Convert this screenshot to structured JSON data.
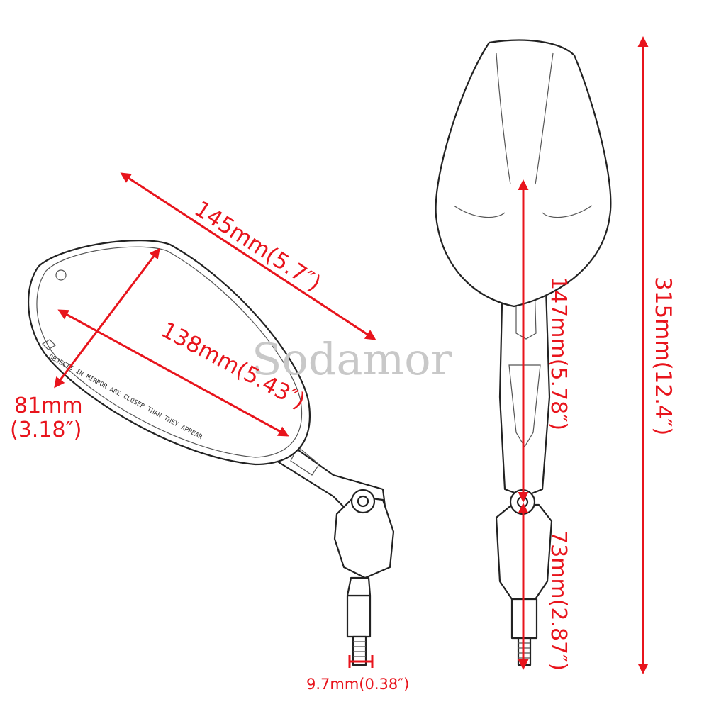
{
  "watermark": "Sodamor",
  "mirror_text": "OBJECTS IN MIRROR ARE CLOSER THAN THEY APPEAR",
  "dimensions": {
    "mirror_length": "145mm(5.7″)",
    "mirror_diagonal": "138mm(5.43″)",
    "mirror_width_mm": "81mm",
    "mirror_width_in": "(3.18″)",
    "arm_length": "147mm(5.78″)",
    "total_height": "315mm(12.4″)",
    "stem_length": "73mm(2.87″)",
    "thread_diameter": "9.7mm(0.38″)"
  },
  "colors": {
    "dimension": "#e8141c",
    "watermark": "#c8c8c8"
  }
}
